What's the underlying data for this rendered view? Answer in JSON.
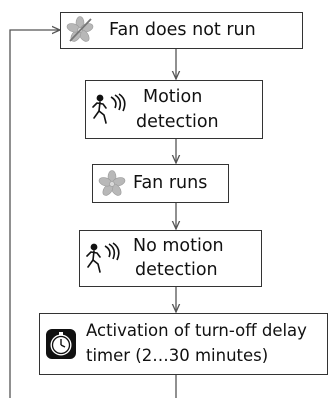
{
  "steps": {
    "fan_not_running": "Fan does not run",
    "motion_line1": "Motion",
    "motion_line2": "detection",
    "fan_runs": "Fan runs",
    "no_motion_line1": "No motion",
    "no_motion_line2": "detection",
    "timer_line1": "Activation of turn-off delay",
    "timer_line2": "timer (2…30 minutes)"
  },
  "icons": {
    "fan": "fan-icon",
    "motion": "motion-sensor-icon",
    "timer": "timer-icon"
  },
  "colors": {
    "line": "#555555",
    "fan_icon": "#b8b8b8"
  }
}
